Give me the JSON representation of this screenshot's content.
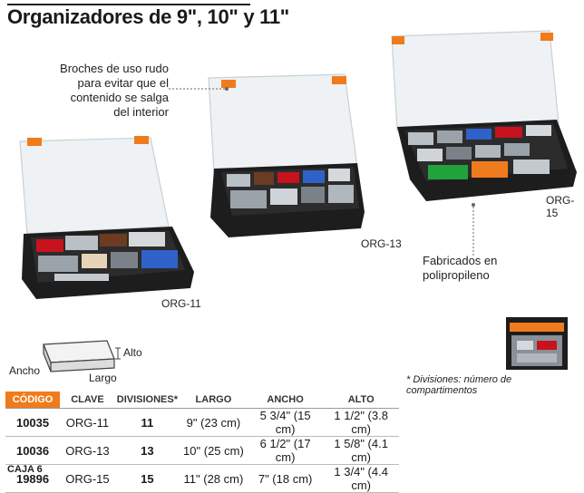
{
  "title": "Organizadores de 9\", 10\" y 11\"",
  "callouts": {
    "broches": [
      "Broches de uso rudo",
      "para evitar que el",
      "contenido se salga",
      "del interior"
    ],
    "fabricados": [
      "Fabricados en",
      "polipropileno"
    ]
  },
  "product_labels": {
    "org11": "ORG-11",
    "org13": "ORG-13",
    "org15": "ORG-15"
  },
  "dimensions_diagram": {
    "alto": "Alto",
    "ancho": "Ancho",
    "largo": "Largo"
  },
  "footnote": "* Divisiones: número de compartimentos",
  "table": {
    "headers": [
      "CÓDIGO",
      "CLAVE",
      "DIVISIONES*",
      "LARGO",
      "ANCHO",
      "ALTO"
    ],
    "rows": [
      [
        "10035",
        "ORG-11",
        "11",
        "9\" (23 cm)",
        "5 3/4\" (15 cm)",
        "1 1/2\" (3.8 cm)"
      ],
      [
        "10036",
        "ORG-13",
        "13",
        "10\" (25 cm)",
        "6 1/2\" (17 cm)",
        "1 5/8\" (4.1 cm)"
      ],
      [
        "19896",
        "ORG-15",
        "15",
        "11\" (28 cm)",
        "7\" (18 cm)",
        "1 3/4\" (4.4 cm)"
      ]
    ]
  },
  "caja": "CAJA 6",
  "colors": {
    "accent_orange": "#f07b1c",
    "case_black": "#1d1d1d",
    "lid_clear": "#eef2f4"
  }
}
